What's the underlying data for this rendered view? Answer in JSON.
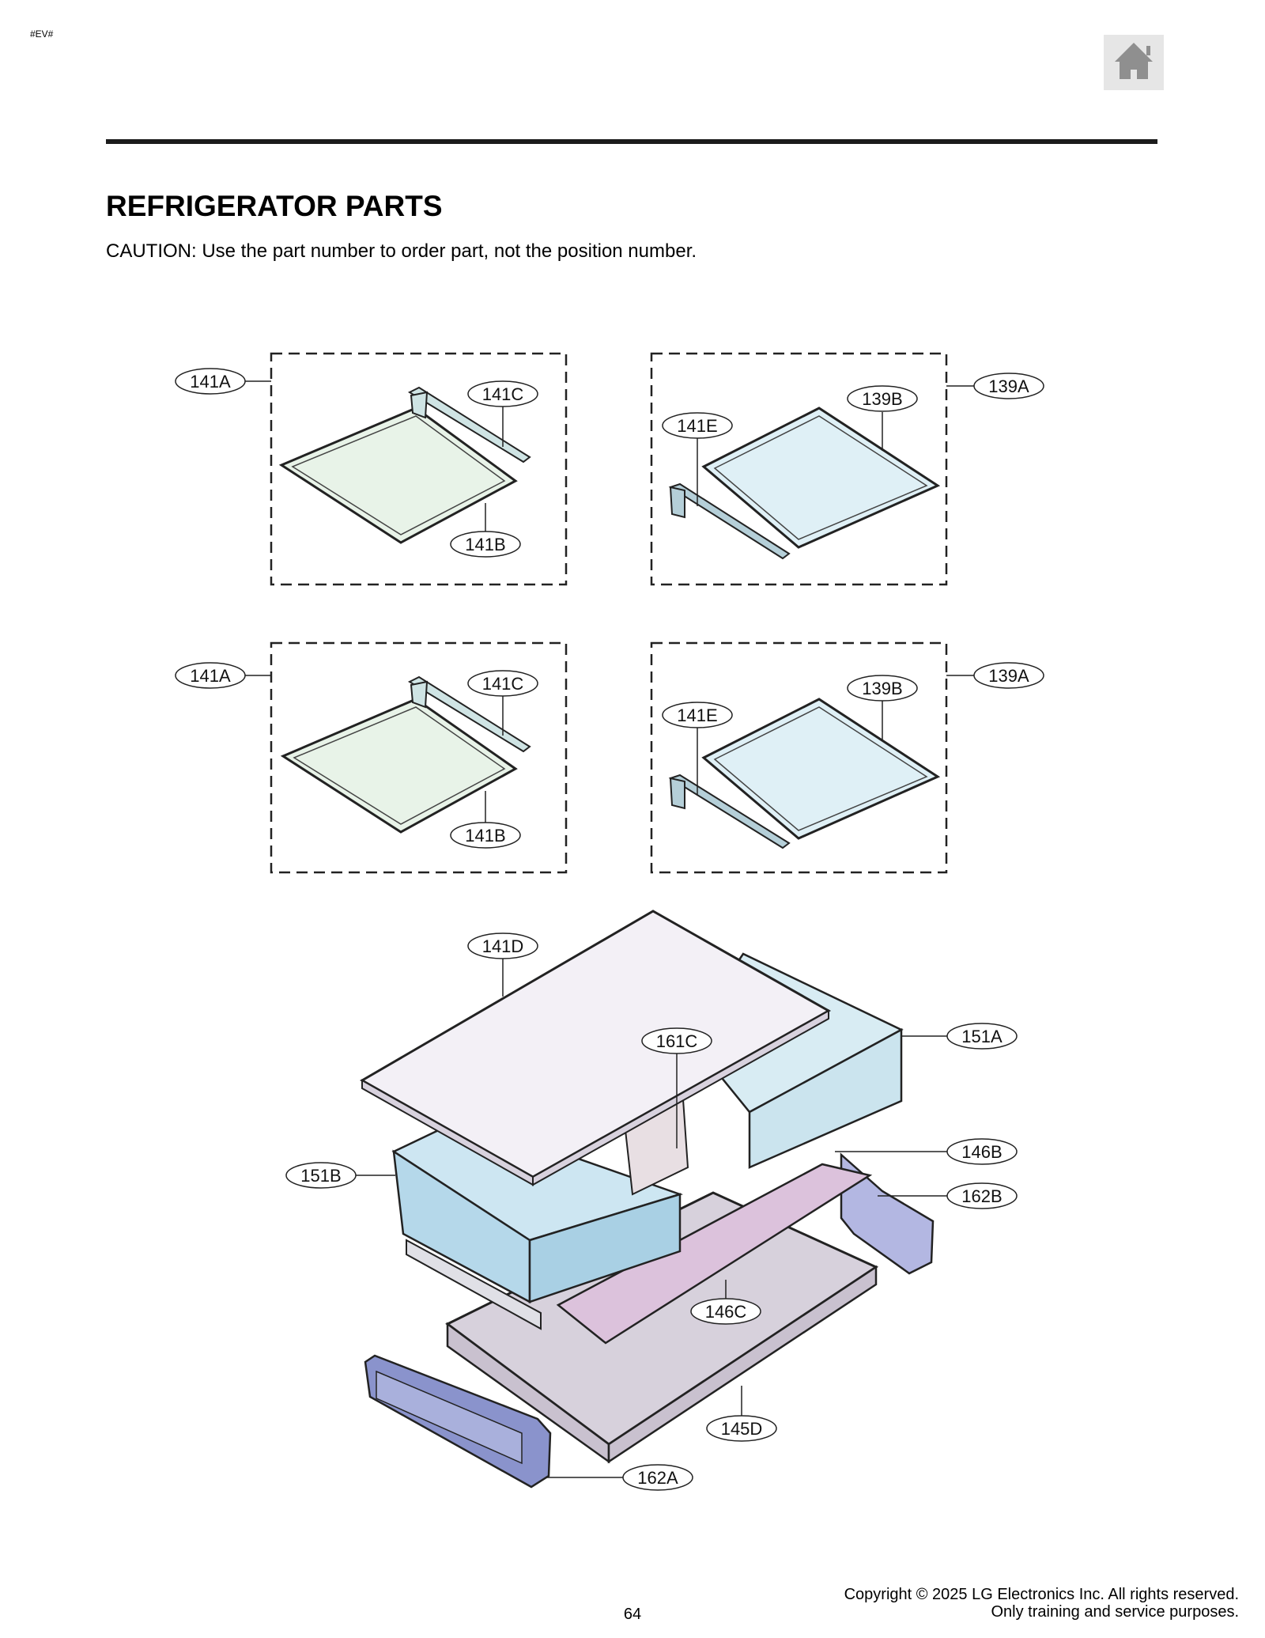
{
  "header": {
    "doc_tag": "#EV#",
    "home_icon": "home-icon"
  },
  "page": {
    "title": "REFRIGERATOR PARTS",
    "caution": "CAUTION: Use the part number to order part, not the position number.",
    "page_number": "64"
  },
  "diagram": {
    "labels": {
      "p141A_1": "141A",
      "p141C_1": "141C",
      "p141B_1": "141B",
      "p141E_1": "141E",
      "p139B_1": "139B",
      "p139A_1": "139A",
      "p141A_2": "141A",
      "p141C_2": "141C",
      "p141B_2": "141B",
      "p141E_2": "141E",
      "p139B_2": "139B",
      "p139A_2": "139A",
      "p141D": "141D",
      "p161C": "161C",
      "p151A": "151A",
      "p151B": "151B",
      "p146B": "146B",
      "p162B": "162B",
      "p146C": "146C",
      "p145D": "145D",
      "p162A": "162A"
    },
    "colors": {
      "shelf_green": "#e8f3e8",
      "shelf_blue": "#dff0f6",
      "crisper_blue": "#b5d8ea",
      "cover_white": "#f3f0f6",
      "tray_gray": "#d7d1dc",
      "divider_pink": "#dcc2dc",
      "bracket_purple": "#8a93cc"
    }
  },
  "footer": {
    "copyright_line1": "Copyright © 2025 LG Electronics Inc. All rights reserved.",
    "copyright_line2": "Only training and service purposes."
  }
}
